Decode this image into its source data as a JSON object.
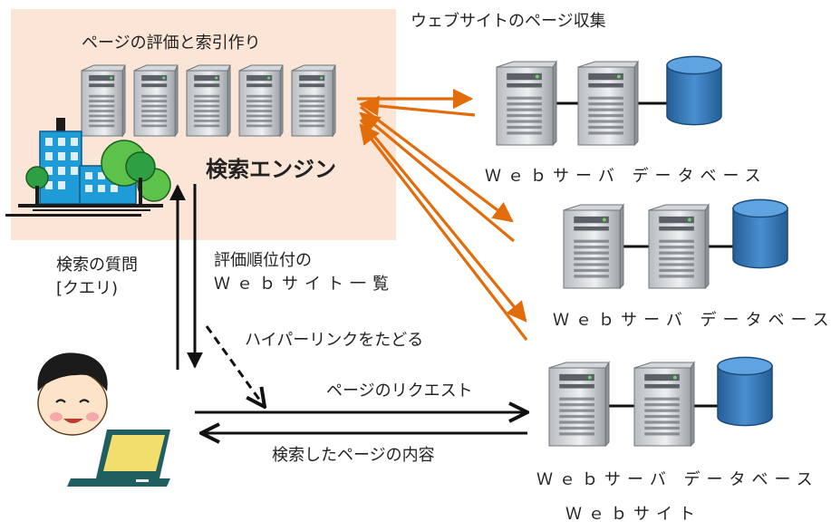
{
  "labels": {
    "engine_caption": "ページの評価と索引作り",
    "engine_name": "検索エンジン",
    "collect": "ウェブサイトのページ収集",
    "server_caption_1": "Ｗｅｂサーバ データベース",
    "server_caption_2": "Ｗｅｂサーバ データベース",
    "server_caption_3": "Ｗｅｂサーバ データベース",
    "query_line1": "検索の質問",
    "query_line2": "[クエリ)",
    "ranked_line1": "評価順位付の",
    "ranked_line2": "Ｗｅｂサイト一覧",
    "hyperlink": "ハイパーリンクをたどる",
    "request": "ページのリクエスト",
    "content": "検索したページの内容",
    "website": "Ｗｅｂサイト"
  },
  "colors": {
    "engine_bg": "#fbe5d6",
    "orange_arrow": "#e36c0a",
    "black_arrow": "#111111",
    "building_blue": "#1f9bd7",
    "tree_green": "#2ea043",
    "database_blue": "#2e75b6",
    "laptop_screen": "#f2de6c",
    "laptop_body": "#1f5f5f"
  },
  "icons": [
    "server-icon",
    "database-icon",
    "building-icon",
    "tree-icon",
    "user-icon",
    "laptop-icon"
  ]
}
